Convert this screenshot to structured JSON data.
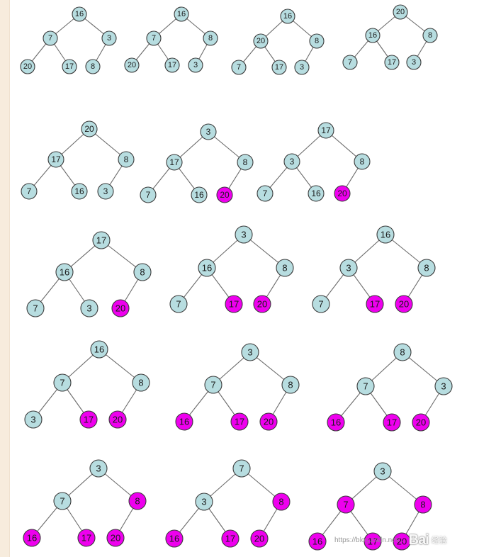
{
  "colors": {
    "unsorted": "#b7dde0",
    "sorted": "#ee00ee",
    "edge": "#6b6b6b"
  },
  "trees": [
    {
      "id": "row1-a",
      "nodes": [
        {
          "v": "16",
          "s": false
        },
        {
          "v": "7",
          "s": false
        },
        {
          "v": "3",
          "s": false
        },
        {
          "v": "20",
          "s": false
        },
        {
          "v": "17",
          "s": false
        },
        {
          "v": "8",
          "s": false
        }
      ]
    },
    {
      "id": "row1-b",
      "nodes": [
        {
          "v": "16",
          "s": false
        },
        {
          "v": "7",
          "s": false
        },
        {
          "v": "8",
          "s": false
        },
        {
          "v": "20",
          "s": false
        },
        {
          "v": "17",
          "s": false
        },
        {
          "v": "3",
          "s": false
        }
      ]
    },
    {
      "id": "row1-c",
      "nodes": [
        {
          "v": "16",
          "s": false
        },
        {
          "v": "20",
          "s": false
        },
        {
          "v": "8",
          "s": false
        },
        {
          "v": "7",
          "s": false
        },
        {
          "v": "17",
          "s": false
        },
        {
          "v": "3",
          "s": false
        }
      ]
    },
    {
      "id": "row1-d",
      "nodes": [
        {
          "v": "20",
          "s": false
        },
        {
          "v": "16",
          "s": false
        },
        {
          "v": "8",
          "s": false
        },
        {
          "v": "7",
          "s": false
        },
        {
          "v": "17",
          "s": false
        },
        {
          "v": "3",
          "s": false
        }
      ]
    },
    {
      "id": "row2-a",
      "nodes": [
        {
          "v": "20",
          "s": false
        },
        {
          "v": "17",
          "s": false
        },
        {
          "v": "8",
          "s": false
        },
        {
          "v": "7",
          "s": false
        },
        {
          "v": "16",
          "s": false
        },
        {
          "v": "3",
          "s": false
        }
      ]
    },
    {
      "id": "row2-b",
      "nodes": [
        {
          "v": "3",
          "s": false
        },
        {
          "v": "17",
          "s": false
        },
        {
          "v": "8",
          "s": false
        },
        {
          "v": "7",
          "s": false
        },
        {
          "v": "16",
          "s": false
        },
        {
          "v": "20",
          "s": true
        }
      ]
    },
    {
      "id": "row2-c",
      "nodes": [
        {
          "v": "17",
          "s": false
        },
        {
          "v": "3",
          "s": false
        },
        {
          "v": "8",
          "s": false
        },
        {
          "v": "7",
          "s": false
        },
        {
          "v": "16",
          "s": false
        },
        {
          "v": "20",
          "s": true
        }
      ]
    },
    {
      "id": "row3-a",
      "nodes": [
        {
          "v": "17",
          "s": false
        },
        {
          "v": "16",
          "s": false
        },
        {
          "v": "8",
          "s": false
        },
        {
          "v": "7",
          "s": false
        },
        {
          "v": "3",
          "s": false
        },
        {
          "v": "20",
          "s": true
        }
      ]
    },
    {
      "id": "row3-b",
      "nodes": [
        {
          "v": "3",
          "s": false
        },
        {
          "v": "16",
          "s": false
        },
        {
          "v": "8",
          "s": false
        },
        {
          "v": "7",
          "s": false
        },
        {
          "v": "17",
          "s": true
        },
        {
          "v": "20",
          "s": true
        }
      ]
    },
    {
      "id": "row3-c",
      "nodes": [
        {
          "v": "16",
          "s": false
        },
        {
          "v": "3",
          "s": false
        },
        {
          "v": "8",
          "s": false
        },
        {
          "v": "7",
          "s": false
        },
        {
          "v": "17",
          "s": true
        },
        {
          "v": "20",
          "s": true
        }
      ]
    },
    {
      "id": "row4-a",
      "nodes": [
        {
          "v": "16",
          "s": false
        },
        {
          "v": "7",
          "s": false
        },
        {
          "v": "8",
          "s": false
        },
        {
          "v": "3",
          "s": false
        },
        {
          "v": "17",
          "s": true
        },
        {
          "v": "20",
          "s": true
        }
      ]
    },
    {
      "id": "row4-b",
      "nodes": [
        {
          "v": "3",
          "s": false
        },
        {
          "v": "7",
          "s": false
        },
        {
          "v": "8",
          "s": false
        },
        {
          "v": "16",
          "s": true
        },
        {
          "v": "17",
          "s": true
        },
        {
          "v": "20",
          "s": true
        }
      ]
    },
    {
      "id": "row4-c",
      "nodes": [
        {
          "v": "8",
          "s": false
        },
        {
          "v": "7",
          "s": false
        },
        {
          "v": "3",
          "s": false
        },
        {
          "v": "16",
          "s": true
        },
        {
          "v": "17",
          "s": true
        },
        {
          "v": "20",
          "s": true
        }
      ]
    },
    {
      "id": "row5-a",
      "nodes": [
        {
          "v": "3",
          "s": false
        },
        {
          "v": "7",
          "s": false
        },
        {
          "v": "8",
          "s": true
        },
        {
          "v": "16",
          "s": true
        },
        {
          "v": "17",
          "s": true
        },
        {
          "v": "20",
          "s": true
        }
      ]
    },
    {
      "id": "row5-b",
      "nodes": [
        {
          "v": "7",
          "s": false
        },
        {
          "v": "3",
          "s": false
        },
        {
          "v": "8",
          "s": true
        },
        {
          "v": "16",
          "s": true
        },
        {
          "v": "17",
          "s": true
        },
        {
          "v": "20",
          "s": true
        }
      ]
    },
    {
      "id": "row5-c",
      "nodes": [
        {
          "v": "3",
          "s": false
        },
        {
          "v": "7",
          "s": true
        },
        {
          "v": "8",
          "s": true
        },
        {
          "v": "16",
          "s": true
        },
        {
          "v": "17",
          "s": true
        },
        {
          "v": "20",
          "s": true
        }
      ]
    }
  ],
  "watermark": {
    "url": "https://blog.csdn.net/...",
    "logo": "Bai",
    "site": "经验"
  }
}
